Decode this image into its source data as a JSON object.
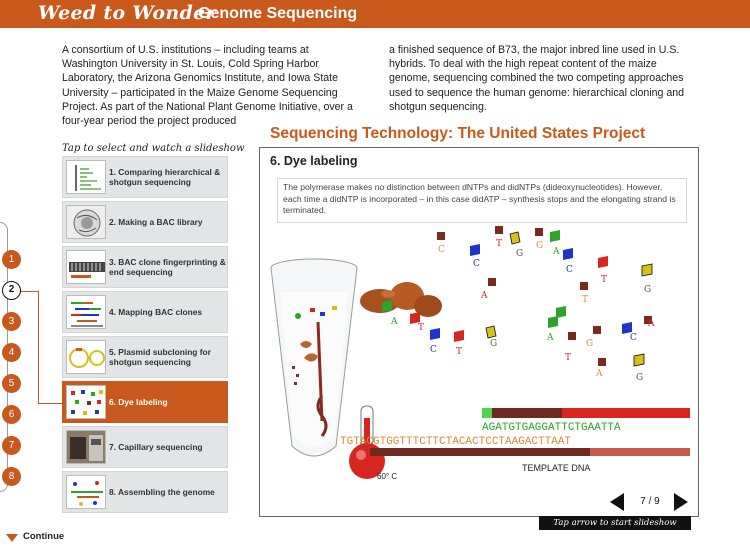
{
  "header": {
    "brand": "Weed to Wonder",
    "title": "Genome Sequencing",
    "bg_color": "#c8581b"
  },
  "intro": {
    "left": "A consortium of U.S. institutions – including teams at Washington University in St. Louis, Cold Spring Harbor Laboratory, the Arizona Genomics Institute, and Iowa State University – participated in the Maize Genome Sequencing Project. As part of the National Plant Genome Initiative, over a four-year period the project produced",
    "right": "a finished sequence of B73, the major inbred line used in U.S. hybrids. To deal with the high repeat content of the maize genome, sequencing combined the two competing approaches used to sequence the human genome:  hierarchical cloning and shotgun sequencing."
  },
  "section_title": "Sequencing Technology: The United States Project",
  "slideshow_list": {
    "caption": "Tap to select and watch a slideshow",
    "items": [
      {
        "label": "1. Comparing hierarchical & shotgun sequencing",
        "thumb_icon": "sequence-comparison-icon"
      },
      {
        "label": "2. Making a BAC library",
        "thumb_icon": "cell-icon"
      },
      {
        "label": "3. BAC clone fingerprinting & end sequencing",
        "thumb_icon": "gel-icon"
      },
      {
        "label": "4. Mapping BAC clones",
        "thumb_icon": "clone-map-icon"
      },
      {
        "label": "5. Plasmid subcloning for shotgun sequencing",
        "thumb_icon": "plasmid-icon"
      },
      {
        "label": "6. Dye labeling",
        "thumb_icon": "dye-icon"
      },
      {
        "label": "7. Capillary sequencing",
        "thumb_icon": "sequencer-icon"
      },
      {
        "label": "8. Assembling the genome",
        "thumb_icon": "assembly-icon"
      }
    ],
    "active_index": 5
  },
  "steps": {
    "labels": [
      "1",
      "2",
      "3",
      "4",
      "5",
      "6",
      "7",
      "8"
    ],
    "current": "2"
  },
  "slide": {
    "title": "6. Dye labeling",
    "text": "The polymerase makes no distinction between dNTPs and didNTPs (dideoxynucleotides). However, each time a didNTP is incorporated – in this case didATP – synthesis stops and the elongating strand is terminated.",
    "labels": {
      "temperature": "60° C",
      "template": "TEMPLATE DNA",
      "new_strand": "AGATGTGAGGATTCTGAATTA",
      "template_strand": "TGTACGTGGTTTCTTCTACACTCCTAAGACTTAAT"
    },
    "nucleotides": [
      "C",
      "T",
      "G",
      "A",
      "C",
      "G",
      "A",
      "C",
      "T",
      "A",
      "G",
      "A",
      "T",
      "C",
      "T",
      "G",
      "T",
      "A",
      "C",
      "A",
      "G",
      "T",
      "A",
      "G"
    ],
    "colors": {
      "A": "#2aa52a",
      "C": "#2134c9",
      "G": "#d6c01a",
      "T": "#d7261f",
      "didNTP": "#7a2b1e"
    }
  },
  "pager": {
    "current": "7",
    "total": "9",
    "label": "7 / 9"
  },
  "tap_hint": "Tap arrow to start slideshow",
  "continue_label": "Continue"
}
